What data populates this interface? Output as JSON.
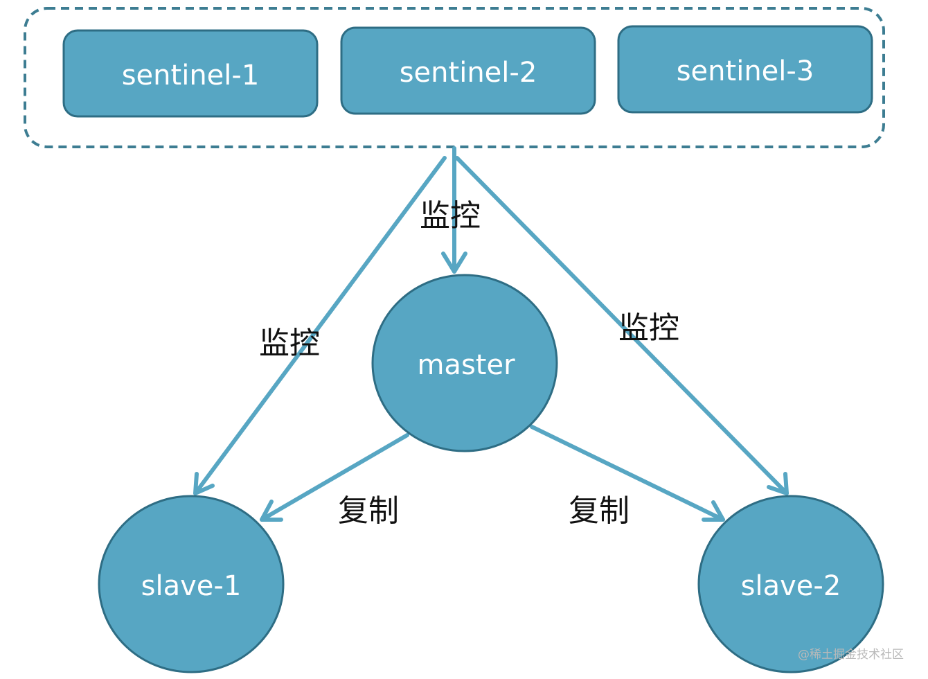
{
  "colors": {
    "node_fill": "#57a6c3",
    "node_stroke": "#2e6d84",
    "group_border": "#3d7d92",
    "edge": "#57a6c3",
    "node_text": "#ffffff",
    "label_text": "#111111"
  },
  "sentinels": [
    {
      "label": "sentinel-1"
    },
    {
      "label": "sentinel-2"
    },
    {
      "label": "sentinel-3"
    }
  ],
  "nodes": {
    "master": {
      "label": "master"
    },
    "slave1": {
      "label": "slave-1"
    },
    "slave2": {
      "label": "slave-2"
    }
  },
  "edges": {
    "monitor_master": {
      "from": "sentinels",
      "to": "master",
      "label": "监控"
    },
    "monitor_slave1": {
      "from": "sentinels",
      "to": "slave-1",
      "label": "监控"
    },
    "monitor_slave2": {
      "from": "sentinels",
      "to": "slave-2",
      "label": "监控"
    },
    "replicate_slave1": {
      "from": "master",
      "to": "slave-1",
      "label": "复制"
    },
    "replicate_slave2": {
      "from": "master",
      "to": "slave-2",
      "label": "复制"
    }
  },
  "watermark": "@稀土掘金技术社区"
}
